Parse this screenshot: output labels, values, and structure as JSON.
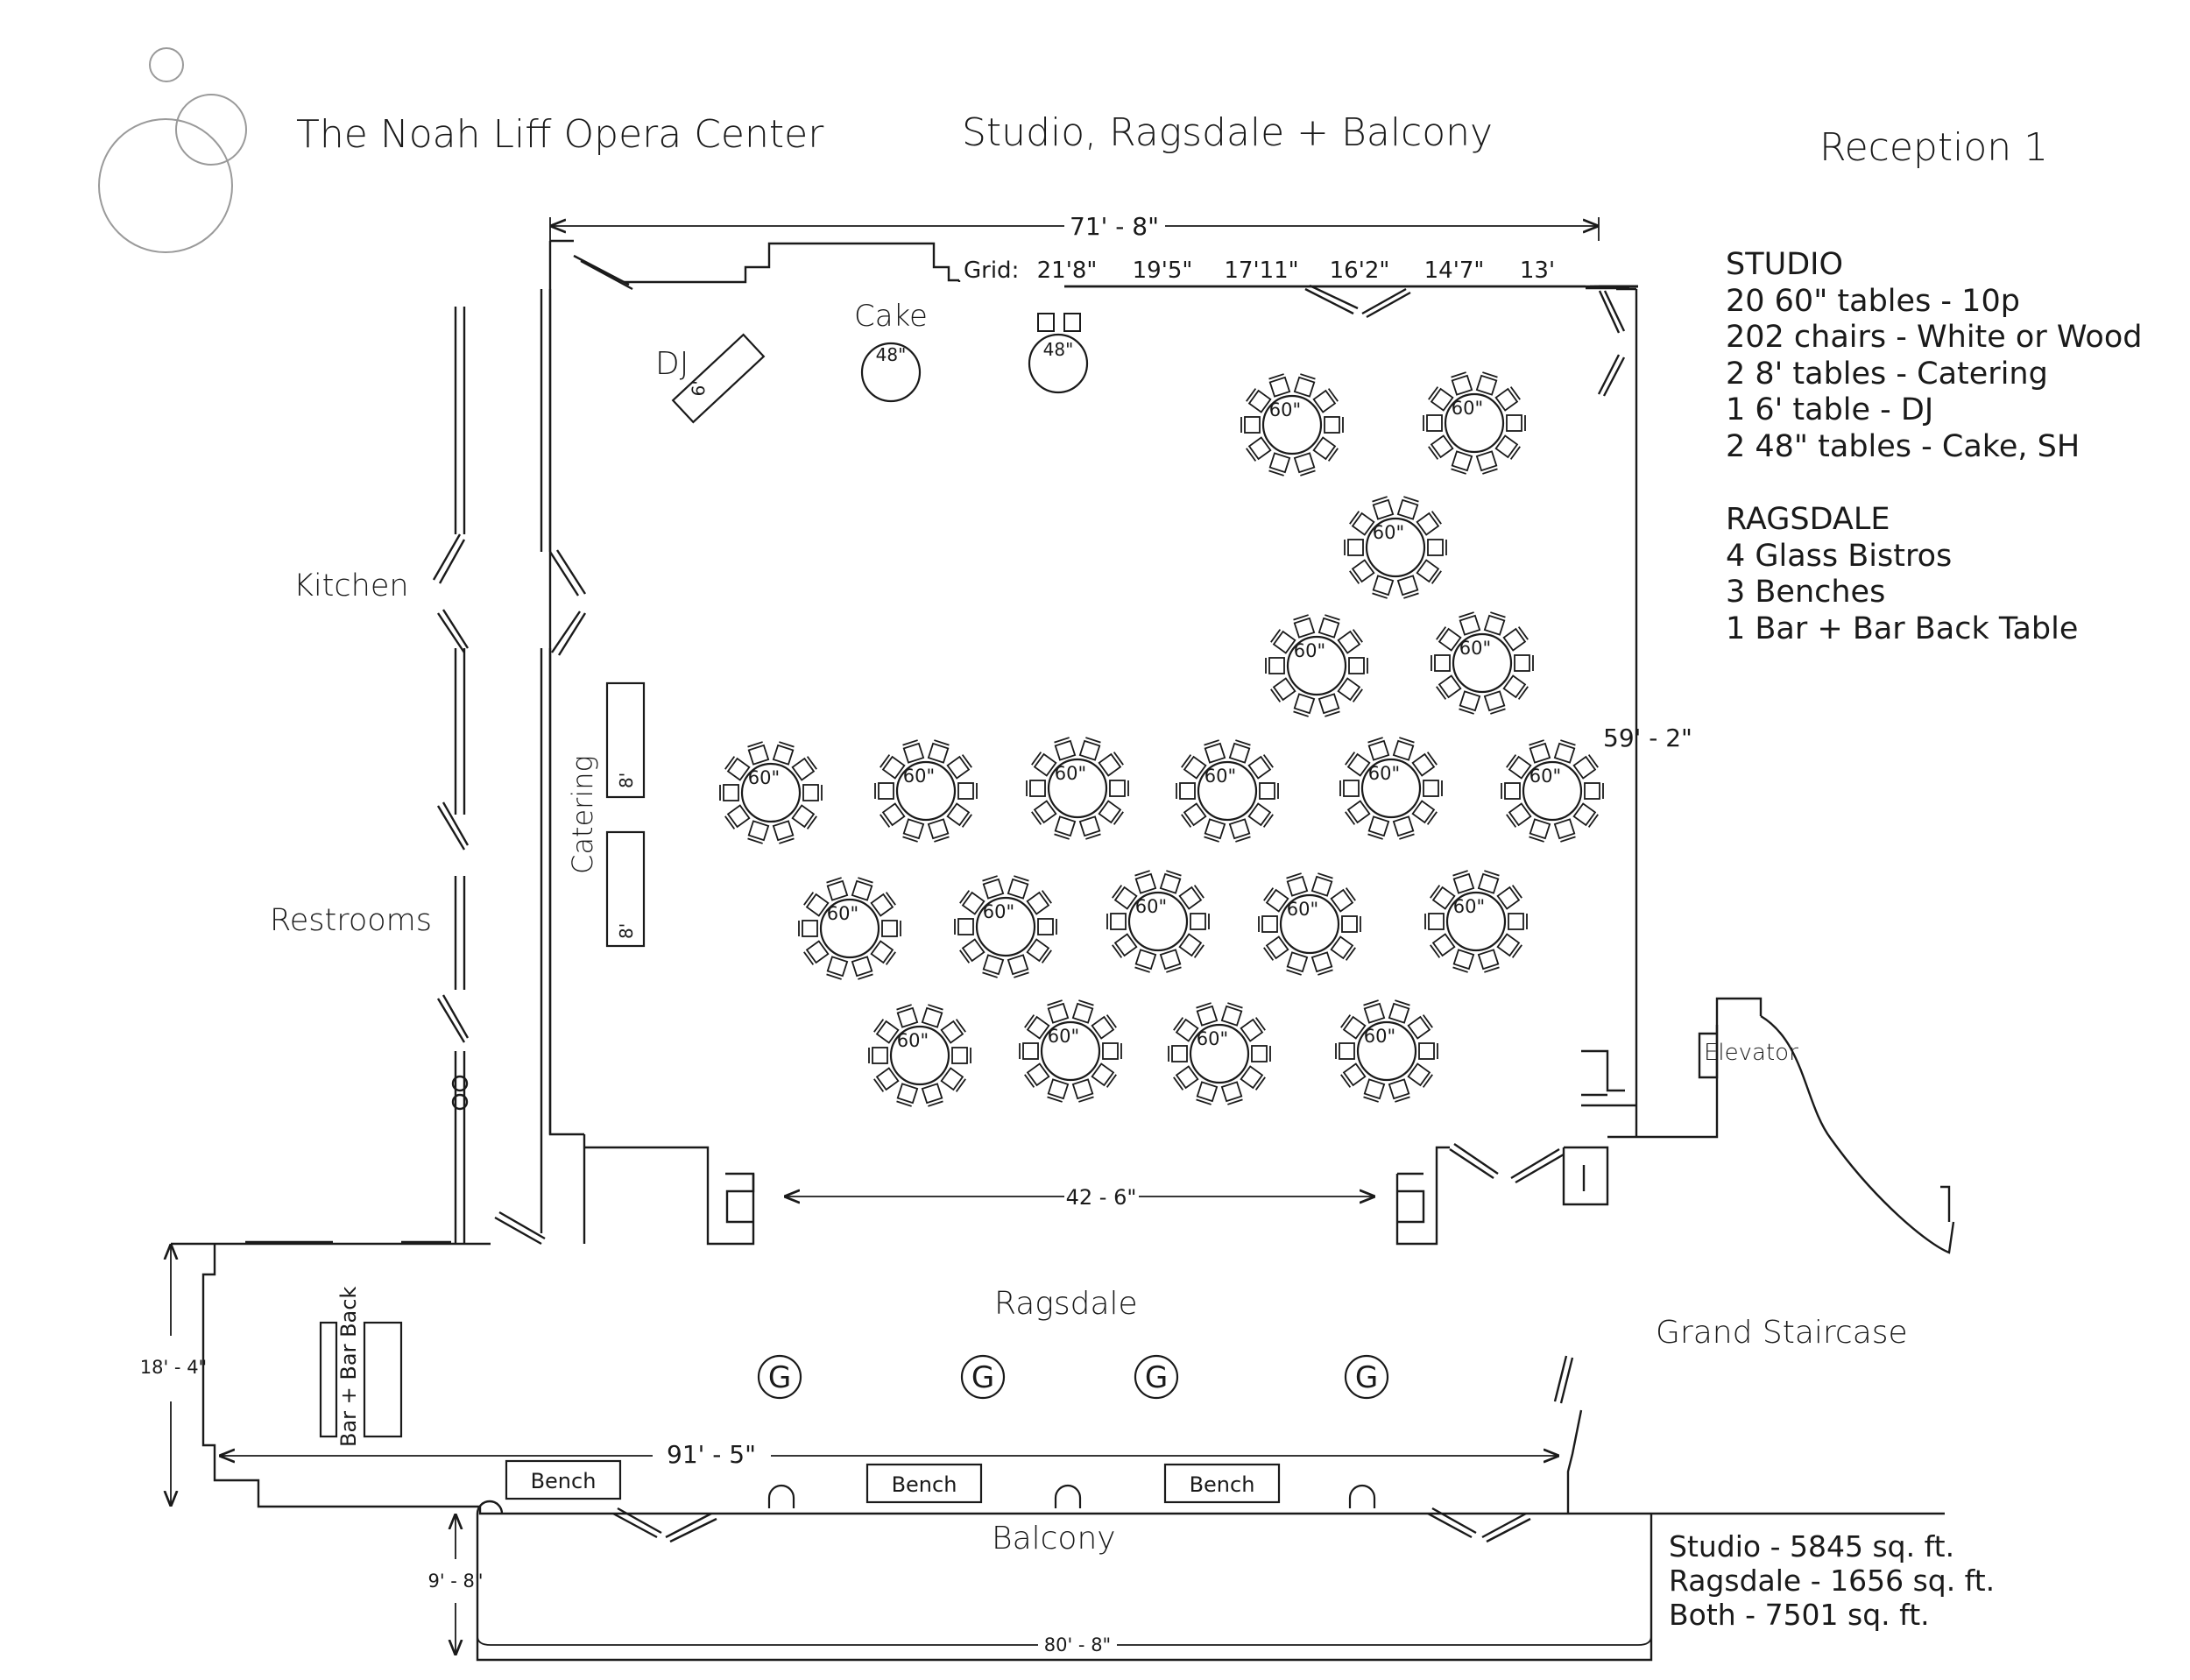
{
  "header": {
    "venue": "The Noah Liff Opera Center",
    "rooms": "Studio, Ragsdale + Balcony",
    "layout_name": "Reception 1"
  },
  "legend": {
    "studio_title": "STUDIO",
    "studio_items": [
      "20 60\" tables - 10p",
      "202 chairs - White or Wood",
      "2 8' tables - Catering",
      "1 6' table - DJ",
      "2 48\" tables - Cake, SH"
    ],
    "ragsdale_title": "RAGSDALE",
    "ragsdale_items": [
      "4 Glass Bistros",
      "3 Benches",
      "1 Bar + Bar Back Table"
    ]
  },
  "areas": [
    "Studio - 5845 sq. ft.",
    "Ragsdale - 1656 sq. ft.",
    "Both - 7501 sq. ft."
  ],
  "rooms": {
    "kitchen": "Kitchen",
    "restrooms": "Restrooms",
    "catering": "Catering",
    "ragsdale": "Ragsdale",
    "balcony": "Balcony",
    "elevator": "Elevator",
    "grand_staircase": "Grand Staircase"
  },
  "furniture": {
    "dj_label": "DJ",
    "dj_table_size": "6'",
    "cake_label": "Cake",
    "cake_table_size": "48\"",
    "sh_table_size": "48\"",
    "catering_table_size": "8'",
    "round_table_size": "60\"",
    "bistro_symbol": "G",
    "bench_label": "Bench",
    "bar_label": "Bar + Bar Back"
  },
  "grid": {
    "label": "Grid:",
    "values": [
      "21'8\"",
      "19'5\"",
      "17'11\"",
      "16'2\"",
      "14'7\"",
      "13'"
    ]
  },
  "dimensions": {
    "studio_width": "71' - 8\"",
    "studio_depth": "59' - 2\"",
    "opening_width": "42 - 6\"",
    "ragsdale_depth": "18' - 4\"",
    "ragsdale_width": "91' - 5\"",
    "balcony_depth": "9' - 8\"",
    "balcony_width": "80' - 8\""
  }
}
